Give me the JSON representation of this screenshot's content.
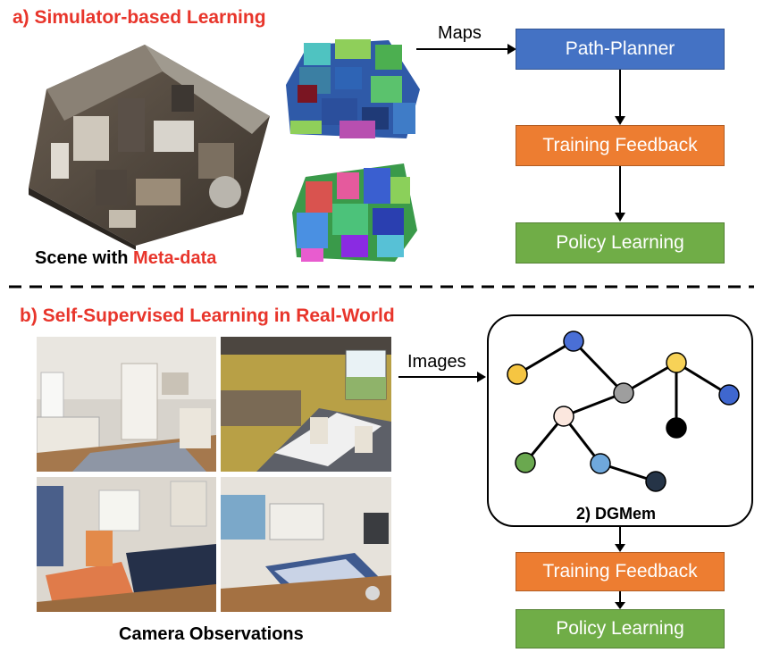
{
  "section_a": {
    "title": "a) Simulator-based Learning",
    "scene_caption_prefix": "Scene with ",
    "scene_caption_highlight": "Meta-data",
    "edge_label": "Maps",
    "boxes": {
      "path_planner": "Path-Planner",
      "training_feedback": "Training Feedback",
      "policy_learning": "Policy Learning"
    }
  },
  "section_b": {
    "title": "b) Self-Supervised Learning in Real-World",
    "edge_label": "Images",
    "memory_label": "2) DGMem",
    "photos_caption": "Camera Observations",
    "boxes": {
      "training_feedback": "Training Feedback",
      "policy_learning": "Policy Learning"
    }
  },
  "colors": {
    "title_red": "#e8352b",
    "blue_box": "#4472c4",
    "orange_box": "#ed7d31",
    "green_box": "#70ad47"
  },
  "graph_nodes": [
    {
      "id": "n1",
      "color": "#4a6fd6"
    },
    {
      "id": "n2",
      "color": "#f5c542"
    },
    {
      "id": "n3",
      "color": "#f7d257"
    },
    {
      "id": "n4",
      "color": "#9e9e9e"
    },
    {
      "id": "n5",
      "color": "#3f67cf"
    },
    {
      "id": "n6",
      "color": "#fbe7de"
    },
    {
      "id": "n7",
      "color": "#000000"
    },
    {
      "id": "n8",
      "color": "#6aa84f"
    },
    {
      "id": "n9",
      "color": "#6fa8dc"
    },
    {
      "id": "n10",
      "color": "#253447"
    }
  ]
}
